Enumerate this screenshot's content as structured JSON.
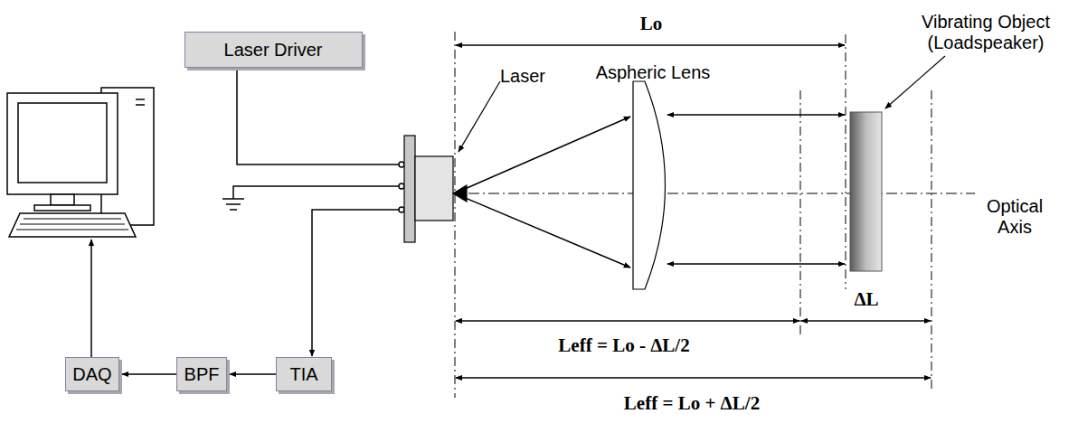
{
  "diagram": {
    "nodes": [
      {
        "text": [
          "Laser Driver"
        ]
      },
      {
        "text": [
          "DAQ"
        ]
      },
      {
        "text": [
          "BPF"
        ]
      },
      {
        "text": [
          "TIA"
        ]
      }
    ],
    "edges": [
      {
        "from": 3,
        "to": 2,
        "arrow": "to"
      },
      {
        "from": 2,
        "to": 1,
        "arrow": "to"
      }
    ],
    "labels": [
      "Lo",
      "Aspheric Lens",
      "Laser",
      "Vibrating Object (Loadspeaker)",
      "Optical Axis",
      "Leff = Lo - ΔL/2",
      "ΔL",
      "Leff = Lo + ΔL/2"
    ]
  }
}
